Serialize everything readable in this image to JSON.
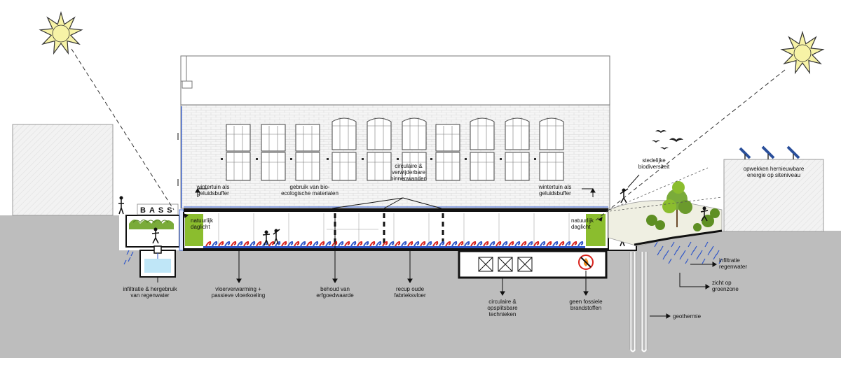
{
  "sign": "BASS",
  "labels": {
    "wintertuin_left": [
      "wintertuin als",
      "geluidsbuffer"
    ],
    "materials": [
      "gebruik van bio-",
      "ecologische materialen"
    ],
    "walls": [
      "circulaire &",
      "verwijderbare",
      "binnenwanden"
    ],
    "wintertuin_right": [
      "wintertuin als",
      "geluidsbuffer"
    ],
    "biodiversity": [
      "stedelijke",
      "biodiversiteit"
    ],
    "energy": [
      "opwekken hernieuwbare",
      "energie op siteniveau"
    ],
    "daylight_left": [
      "natuurlijk",
      "daglicht"
    ],
    "daylight_right": [
      "natuurlijk",
      "daglicht"
    ],
    "rainwater": [
      "infiltratie & hergebruik",
      "van regenwater"
    ],
    "floor_heating": [
      "vloerverwarming +",
      "passieve vloerkoeling"
    ],
    "heritage": [
      "behoud van",
      "erfgoedwaarde"
    ],
    "recup": [
      "recup oude",
      "fabrieksvloer"
    ],
    "techniques": [
      "circulaire &",
      "opsplitsbare",
      "technieken"
    ],
    "no_fossil": [
      "geen fossiele",
      "brandstoffen"
    ],
    "infiltration": [
      "infiltratie",
      "regenwater"
    ],
    "green_view": [
      "zicht op",
      "groenzone"
    ],
    "geothermal": [
      "geothermie"
    ]
  },
  "colors": {
    "ground": "#bdbdbd",
    "building_line": "#111111",
    "wall_hatch": "#cccccc",
    "green_panel": "#8bbd2e",
    "heating_red": "#d9231d",
    "heating_blue": "#2f56c9",
    "sun_fill": "#f7f3a6",
    "solar_panel": "#2a4f9a",
    "water": "#bfe6f7",
    "glass_blue": "#4a6fd4"
  },
  "icons": [
    "sun-icon",
    "birds-icon",
    "solar-panel-icon",
    "tree-icon",
    "no-fire-icon",
    "person-icon"
  ]
}
